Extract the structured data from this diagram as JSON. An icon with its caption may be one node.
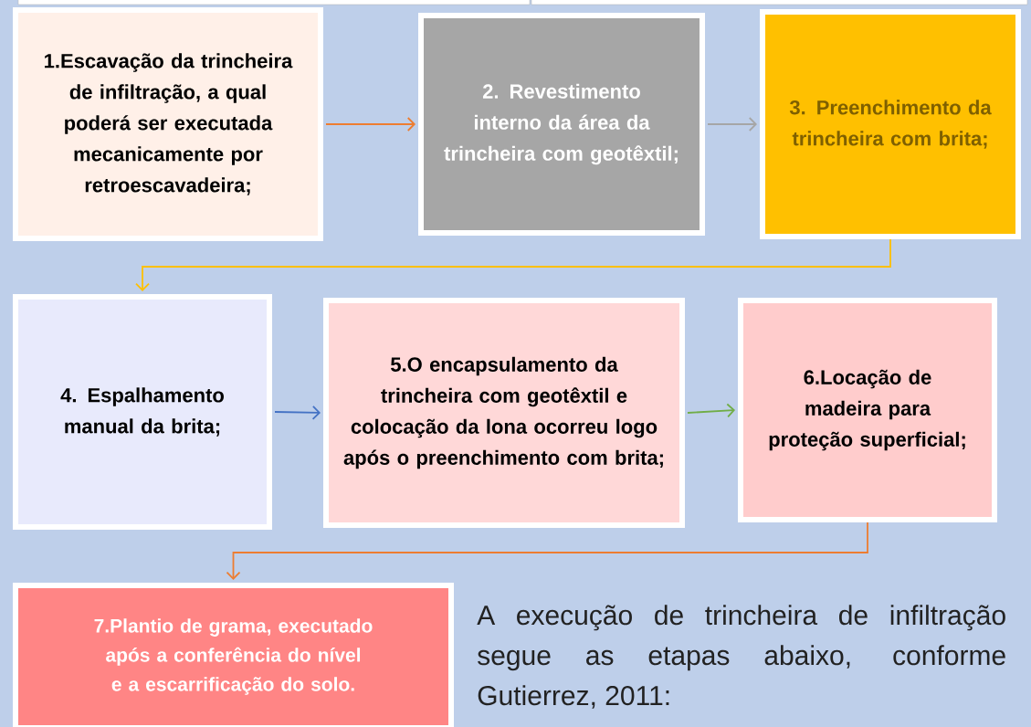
{
  "diagram": {
    "nodes": [
      {
        "text": [
          "1.Escavação da trincheira de infiltração, a qual poderá ser executada mecanicamente por retroescavadeira;"
        ]
      },
      {
        "text": [
          "2. Revestimento interno da área da trincheira com geotêxtil;"
        ]
      },
      {
        "text": [
          "3. Preenchimento da trincheira com brita;"
        ]
      },
      {
        "text": [
          "4. Espalhamento manual da brita;"
        ]
      },
      {
        "text": [
          "5.O encapsulamento da trincheira com geotêxtil e colocação da lona ocorreu logo após o preenchimento com brita;"
        ]
      },
      {
        "text": [
          "6.Locação de madeira para proteção superficial;"
        ]
      },
      {
        "text": [
          "7.Plantio de grama, executado após a conferência do nível e a escarrificação do solo."
        ]
      }
    ],
    "edges": [
      {
        "from": 0,
        "to": 1,
        "arrow": "to",
        "color": "#ed7d31"
      },
      {
        "from": 1,
        "to": 2,
        "arrow": "to",
        "color": "#a6a6a6"
      },
      {
        "from": 2,
        "to": 3,
        "arrow": "to",
        "color": "#ffc000"
      },
      {
        "from": 3,
        "to": 4,
        "arrow": "to",
        "color": "#4472c4"
      },
      {
        "from": 4,
        "to": 5,
        "arrow": "to",
        "color": "#70ad47"
      },
      {
        "from": 5,
        "to": 6,
        "arrow": "to",
        "color": "#ed7d31"
      }
    ],
    "labels": [
      "A execução de trincheira de infiltração segue as etapas abaixo, conforme Gutierrez, 2011:"
    ]
  }
}
